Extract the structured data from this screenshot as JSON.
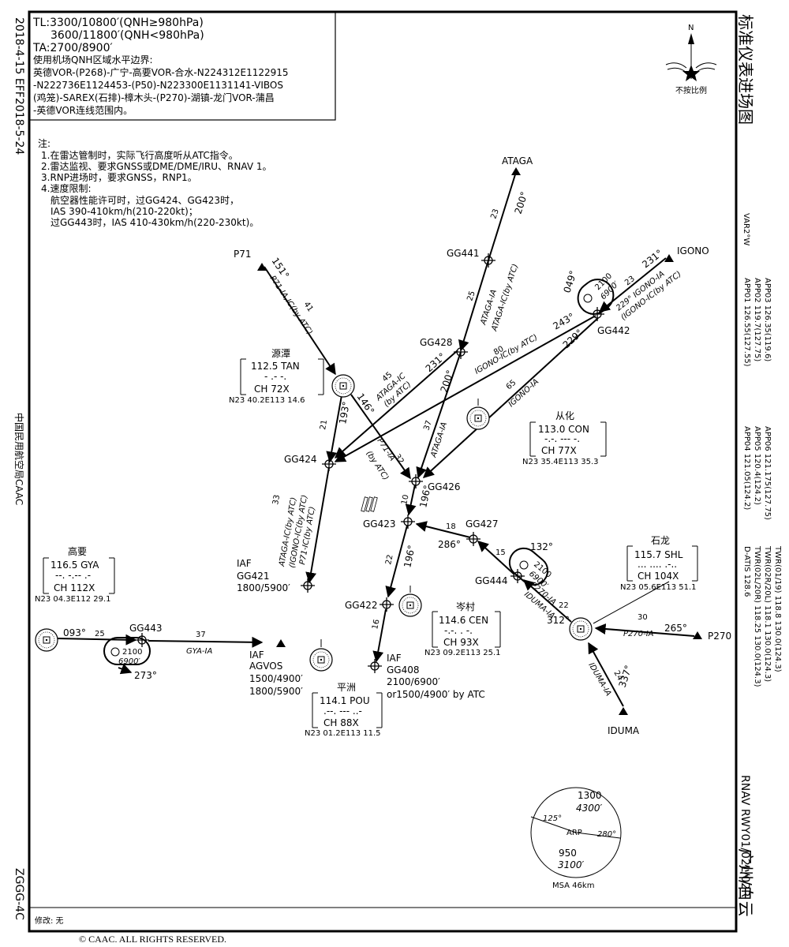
{
  "margin": {
    "left_top": "2018-4-15  EFF2018-5-24",
    "left_mid": "中国民用航空局CAAC",
    "left_bottom": "ZGGG-4C",
    "right_title": "标准仪表进场图",
    "right_var": "VAR2°W",
    "right_app_a": "APP01 126.55(127.55)",
    "right_app_b": "APP02 119.7(127.75)",
    "right_app_c": "APP03 126.35(119.6)",
    "right_app_d": "APP04 121.05(124.2)",
    "right_app_e": "APP05 120.4(124.2)",
    "right_app_f": "APP06 121.175(127.75)",
    "right_twr_a": "D-ATIS 128.6",
    "right_twr_b": "TWR(02L/20R) 118.25 130.0(124.3)",
    "right_twr_c": "TWR(02R/20L) 118.1 130.0(124.3)",
    "right_twr_d": "TWR(01/19) 118.8 130.0(124.3)",
    "right_rnav": "RNAV RWY01/02L/02R",
    "right_airport": "广州/白云"
  },
  "info_box": {
    "line1": "TL:3300/10800′(QNH≥980hPa)",
    "line2": "3600/11800′(QNH<980hPa)",
    "line3": "TA:2700/8900′",
    "line4": "使用机场QNH区域水平边界:",
    "line5": "英德VOR-(P268)-广宁-高要VOR-合水-N224312E1122915",
    "line6": "-N222736E1124453-(P50)-N223300E1131141-VIBOS",
    "line7": "(鸡笼)-SAREX(石排)-樟木头-(P270)-湖镇-龙门VOR-蒲昌",
    "line8": "-英德VOR连线范围内。"
  },
  "notes": {
    "title": "注:",
    "n1": "1.在雷达管制时，实际飞行高度听从ATC指令。",
    "n2": "2.雷达监视、要求GNSS或DME/DME/IRU、RNAV 1。",
    "n3": "3.RNP进场时，要求GNSS，RNP1。",
    "n4": "4.速度限制:",
    "n5": "航空器性能许可时，过GG424、GG423时，",
    "n6": "IAS 390-410km/h(210-220kt)；",
    "n7": "过GG443时，IAS 410-430km/h(220-230kt)。"
  },
  "compass": {
    "north": "N",
    "scale": "不按比例"
  },
  "fixes": {
    "ataga": "ATAGA",
    "p71": "P71",
    "igono": "IGONO",
    "p270": "P270",
    "iduma": "IDUMA",
    "gg441": "GG441",
    "gg428": "GG428",
    "gg442": "GG442",
    "gg424": "GG424",
    "gg426": "GG426",
    "gg423": "GG423",
    "gg427": "GG427",
    "gg444": "GG444",
    "gg422": "GG422",
    "gg443": "GG443",
    "gg421": "GG421",
    "gg408": "GG408",
    "agvos": "AGVOS"
  },
  "iaf": {
    "gg421_tag": "IAF",
    "gg421_alt": "1800/5900′",
    "agvos_tag": "IAF",
    "agvos_alt1": "1500/4900′",
    "agvos_alt2": "1800/5900′",
    "gg408_tag": "IAF",
    "gg408_alt1": "2100/6900′",
    "gg408_alt2": "or1500/4900′ by ATC"
  },
  "navaids": {
    "tan": {
      "name": "源潭",
      "freq": "112.5 TAN",
      "morse": "- .- -.",
      "ch": "CH 72X",
      "coord": "N23 40.2E113 14.6"
    },
    "con": {
      "name": "从化",
      "freq": "113.0 CON",
      "morse": "-.-. --- -.",
      "ch": "CH 77X",
      "coord": "N23 35.4E113 35.3"
    },
    "gya": {
      "name": "高要",
      "freq": "116.5 GYA",
      "morse": "--. -.-- .-",
      "ch": "CH 112X",
      "coord": "N23 04.3E112 29.1"
    },
    "shl": {
      "name": "石龙",
      "freq": "115.7 SHL",
      "morse": "... .... .-..",
      "ch": "CH 104X",
      "coord": "N23 05.6E113 51.1"
    },
    "cen": {
      "name": "岑村",
      "freq": "114.6 CEN",
      "morse": "-.-. . -.",
      "ch": "CH 93X",
      "coord": "N23 09.2E113 25.1"
    },
    "pou": {
      "name": "平洲",
      "freq": "114.1 POU",
      "morse": ".--. --- ..-",
      "ch": "CH 88X",
      "coord": "N23 01.2E113 11.5"
    }
  },
  "route_labels": {
    "r_ataga_gg441_dist": "23",
    "r_ataga_gg441_crs": "200°",
    "r_gg441_gg428_dist": "25",
    "r_gg441_gg428_name1": "ATAGA-IA",
    "r_gg441_gg428_name2": "ATAGA-IC(by ATC)",
    "r_p71_crs": "151°",
    "r_p71_dist": "41",
    "r_p71_name": "P71-IA,IC(by ATC)",
    "r_tan_gg424_dist": "21",
    "r_tan_gg424_crs": "193°",
    "r_tan_gg426_crs": "146°",
    "r_tan_gg426_dist": "32",
    "r_tan_gg426_name1": "P71-IA",
    "r_tan_gg426_name2": "(by ATC)",
    "r_gg428_gg424_dist": "45",
    "r_gg428_gg424_name1": "ATAGA-IC",
    "r_gg428_gg424_name2": "(by ATC)",
    "r_gg428_gg424_crs": "231°",
    "r_gg428_gg426_crs": "200°",
    "r_gg428_gg426_dist": "37",
    "r_gg428_gg426_name": "ATAGA-IA",
    "r_igono_crs": "231°",
    "r_igono_dist": "23",
    "r_igono_name1": "229° IGONO-IA",
    "r_igono_name2": "(IGONO-IC(by ATC)",
    "r_gg442_gg424_dist": "80",
    "r_gg442_gg424_name": "IGONO-IC(by ATC)",
    "r_gg442_gg424_crs": "243°",
    "r_gg442_gg426_crs": "229°",
    "r_gg442_gg426_dist": "65",
    "r_gg442_gg426_name": "IGONO-IA",
    "r_gg424_gg421_dist": "33",
    "r_gg424_gg421_n1": "ATAGA-IC(by ATC)",
    "r_gg424_gg421_n2": "(IGONO-IC(by ATC)",
    "r_gg424_gg421_n3": "P71-IC(by ATC)",
    "r_gg426_gg423_dist": "10",
    "r_gg426_gg423_crs": "196°",
    "r_gg423_gg422_dist": "22",
    "r_gg423_gg422_crs": "196°",
    "r_gg422_gg408_dist": "16",
    "r_gg427_gg423_dist": "18",
    "r_gg427_gg423_crs": "286°",
    "r_gg444_gg427_dist": "15",
    "r_shl_gg444_dist": "22",
    "r_shl_gg444_crs": "312°",
    "r_shl_gg444_n1": "P270-IA",
    "r_shl_gg444_n2": "IDUMA-IA",
    "r_p270_dist": "30",
    "r_p270_name": "P270-IA",
    "r_p270_crs": "265°",
    "r_iduma_dist": "24",
    "r_iduma_name": "IDUMA-IA",
    "r_iduma_crs": "337°",
    "r_gya_crs": "093°",
    "r_gya_dist": "25",
    "r_gg443_dist": "37",
    "r_gg443_name": "GYA-IA"
  },
  "holds": {
    "gg442": {
      "in": "049°",
      "alt1": "2100",
      "alt2": "6900′"
    },
    "gg444": {
      "in": "132°",
      "alt1": "2100",
      "alt2": "6900′"
    },
    "gg443": {
      "in": "273°",
      "alt1": "2100",
      "alt2": "6900′"
    }
  },
  "msa": {
    "top": "1300",
    "top_ft": "4300′",
    "bottom": "950",
    "bottom_ft": "3100′",
    "b1": "125°",
    "b2": "280°",
    "center": "ARP",
    "caption": "MSA 46km"
  },
  "footer": {
    "mod": "修改: 无",
    "copyright": "© CAAC. ALL RIGHTS RESERVED."
  }
}
